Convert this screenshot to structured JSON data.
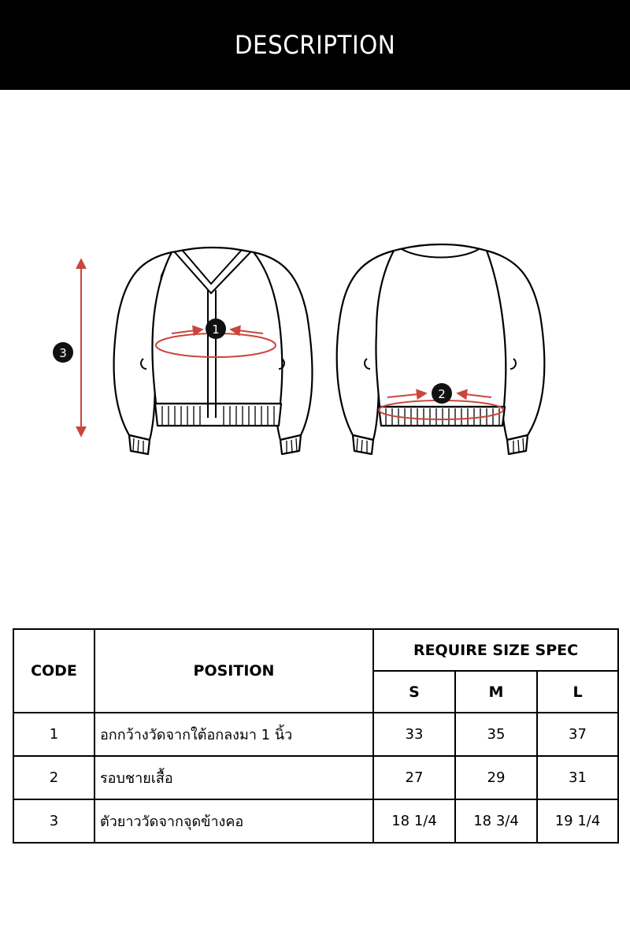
{
  "header": {
    "title": "DESCRIPTION"
  },
  "diagram": {
    "markers": [
      {
        "label": "1"
      },
      {
        "label": "2"
      },
      {
        "label": "3"
      }
    ],
    "accent_color": "#c9463d"
  },
  "table": {
    "headers": {
      "code": "CODE",
      "position": "POSITION",
      "spec": "REQUIRE SIZE SPEC",
      "sizes": [
        "S",
        "M",
        "L"
      ]
    },
    "rows": [
      {
        "code": "1",
        "position": "อกกว้างวัดจากใต้อกลงมา 1 นิ้ว",
        "values": [
          "33",
          "35",
          "37"
        ]
      },
      {
        "code": "2",
        "position": "รอบชายเสื้อ",
        "values": [
          "27",
          "29",
          "31"
        ]
      },
      {
        "code": "3",
        "position": "ตัวยาววัดจากจุดข้างคอ",
        "values": [
          "18 1/4",
          "18 3/4",
          "19 1/4"
        ]
      }
    ]
  }
}
